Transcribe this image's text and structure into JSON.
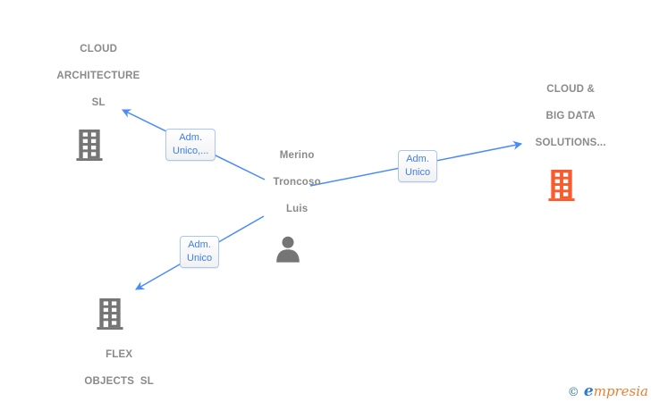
{
  "colors": {
    "edge_blue": "#4a8cf5",
    "edge_label_text": "#3c7df0",
    "edge_label_border": "#a9c7f2",
    "node_text_gray": "#8a8a8a",
    "building_gray": "#757575",
    "building_orange": "#f95b2e",
    "person_gray": "#757575",
    "watermark_copyright": "#267d8d",
    "watermark_e": "#3179c9",
    "watermark_rest": "#ed7d31"
  },
  "person": {
    "name": "Merino Troncoso Luis",
    "line1": "Merino",
    "line2": "Troncoso",
    "line3": "Luis"
  },
  "companies": {
    "cloud_architecture": {
      "name": "CLOUD ARCHITECTURE SL",
      "line1": "CLOUD",
      "line2": "ARCHITECTURE",
      "line3": "SL"
    },
    "cloud_big_data": {
      "name": "CLOUD & BIG DATA SOLUTIONS...",
      "line1": "CLOUD &",
      "line2": "BIG DATA",
      "line3": "SOLUTIONS..."
    },
    "flex_objects": {
      "name": "FLEX OBJECTS SL",
      "line1": "FLEX",
      "line2": "OBJECTS  SL"
    }
  },
  "edges": {
    "to_cloud_architecture": {
      "line1": "Adm.",
      "line2": "Unico,..."
    },
    "to_cloud_big_data": {
      "line1": "Adm.",
      "line2": "Unico"
    },
    "to_flex_objects": {
      "line1": "Adm.",
      "line2": "Unico"
    }
  },
  "watermark": {
    "copyright": "©",
    "brand_e": "e",
    "brand_rest": "mpresia"
  }
}
